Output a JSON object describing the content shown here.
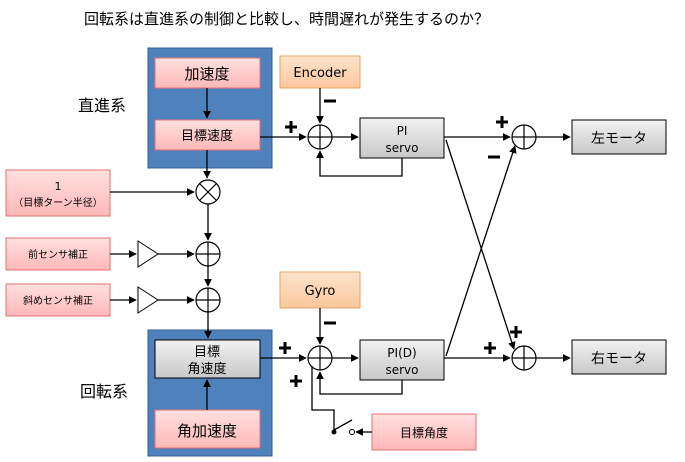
{
  "title": "回転系は直進系の制御と比較し、時間遅れが発生するのか？",
  "sections": {
    "linear": "直進系",
    "rotation": "回転系"
  },
  "blocks": {
    "accel": "加速度",
    "target_speed": "目標速度",
    "encoder": "Encoder",
    "pi_servo_line1": "PI",
    "pi_servo_line2": "servo",
    "left_motor": "左モータ",
    "one": "1",
    "turn_radius": "（目標ターン半径）",
    "front_sensor": "前センサ補正",
    "diag_sensor": "斜めセンサ補正",
    "gyro": "Gyro",
    "target_ang_line1": "目標",
    "target_ang_line2": "角速度",
    "ang_accel": "角加速度",
    "pid_servo_line1": "PI(D)",
    "pid_servo_line2": "servo",
    "right_motor": "右モータ",
    "target_angle": "目標角度"
  },
  "colors": {
    "blue_panel": "#4f81bd",
    "pink_fill": "#ffc7c7",
    "pink_border": "#e07070",
    "orange_fill": "#fcd5b4",
    "orange_border": "#e6a360",
    "gray_fill": "#d9d9d9",
    "gray_border": "#000000"
  }
}
